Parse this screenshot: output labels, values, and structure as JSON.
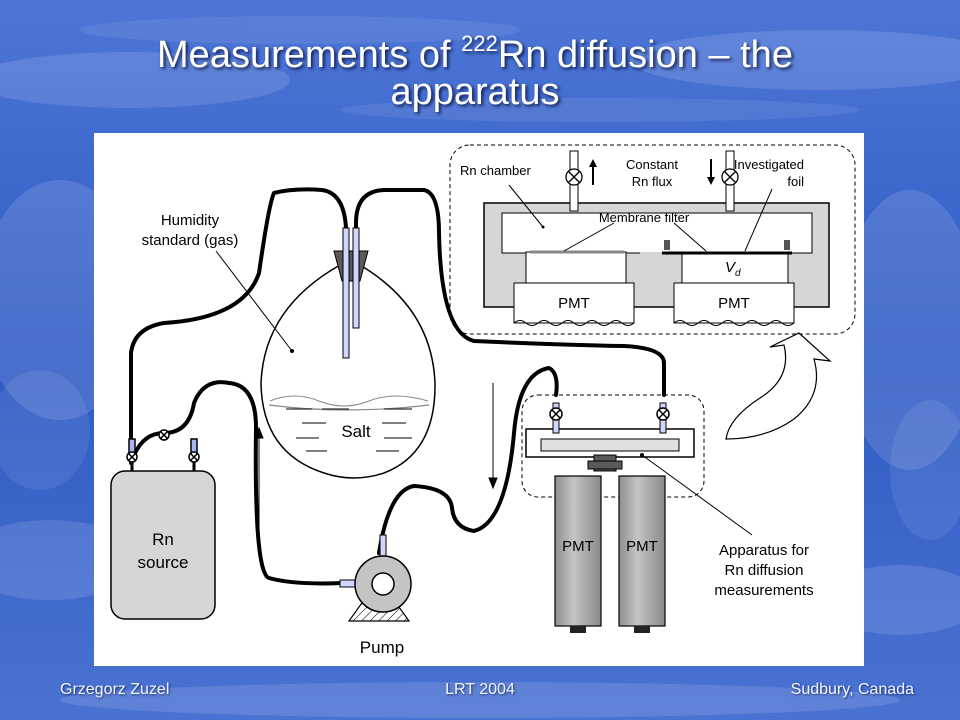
{
  "slide": {
    "title_prefix": "Measurements of ",
    "title_superscript": "222",
    "title_line1_suffix": "Rn diffusion – the",
    "title_line2": "apparatus",
    "background_color": "#3a62c4"
  },
  "diagram": {
    "labels": {
      "humidity_line1": "Humidity",
      "humidity_line2": "standard (gas)",
      "salt": "Salt",
      "rn_source_line1": "Rn",
      "rn_source_line2": "source",
      "pump": "Pump",
      "pmt_left": "PMT",
      "pmt_right": "PMT",
      "apparatus_line1": "Apparatus for",
      "apparatus_line2": "Rn diffusion",
      "apparatus_line3": "measurements"
    },
    "inset": {
      "rn_chamber": "Rn chamber",
      "constant_line1": "Constant",
      "constant_line2": "Rn flux",
      "investigated_line1": "Investigated",
      "investigated_line2": "foil",
      "membrane_filter": "Membrane filter",
      "vd_main": "V",
      "vd_sub": "d",
      "pmt_left": "PMT",
      "pmt_right": "PMT"
    }
  },
  "footer": {
    "left": "Grzegorz Zuzel",
    "center": "LRT 2004",
    "right": "Sudbury, Canada"
  }
}
